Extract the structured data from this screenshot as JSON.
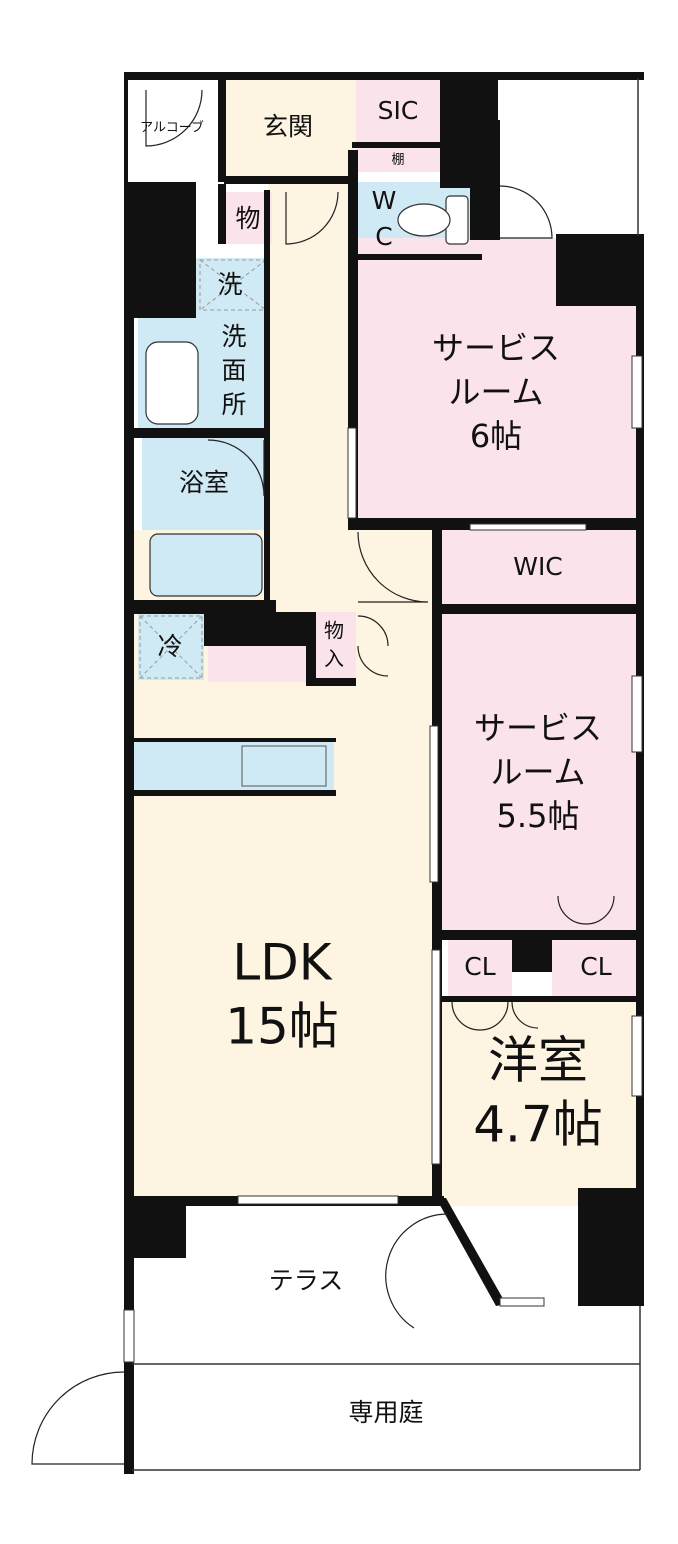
{
  "floor_plan": {
    "colors": {
      "ldk": "#fdf4e1",
      "service_room": "#fbe3ec",
      "wet_area": "#cfeaf4",
      "wall": "#111111",
      "outdoor": "#ffffff"
    },
    "rooms": {
      "alcove": "アルコーブ",
      "entrance": "玄関",
      "sic": "SIC",
      "shelf_1": "棚",
      "shelf_2": "棚",
      "storage_1": "物",
      "wc_w": "W",
      "wc_c": "C",
      "laundry": "洗",
      "washroom_1": "洗",
      "washroom_2": "面",
      "washroom_3": "所",
      "bathroom": "浴室",
      "fridge": "冷",
      "storage_2_a": "物",
      "storage_2_b": "入",
      "service_room_1_l1": "サービス",
      "service_room_1_l2": "ルーム",
      "service_room_1_size": "6帖",
      "wic": "WIC",
      "service_room_2_l1": "サービス",
      "service_room_2_l2": "ルーム",
      "service_room_2_size": "5.5帖",
      "closet_1": "CL",
      "closet_2": "CL",
      "ldk_name": "LDK",
      "ldk_size": "15帖",
      "western_name": "洋室",
      "western_size": "4.7帖",
      "terrace": "テラス",
      "private_garden": "専用庭"
    }
  }
}
